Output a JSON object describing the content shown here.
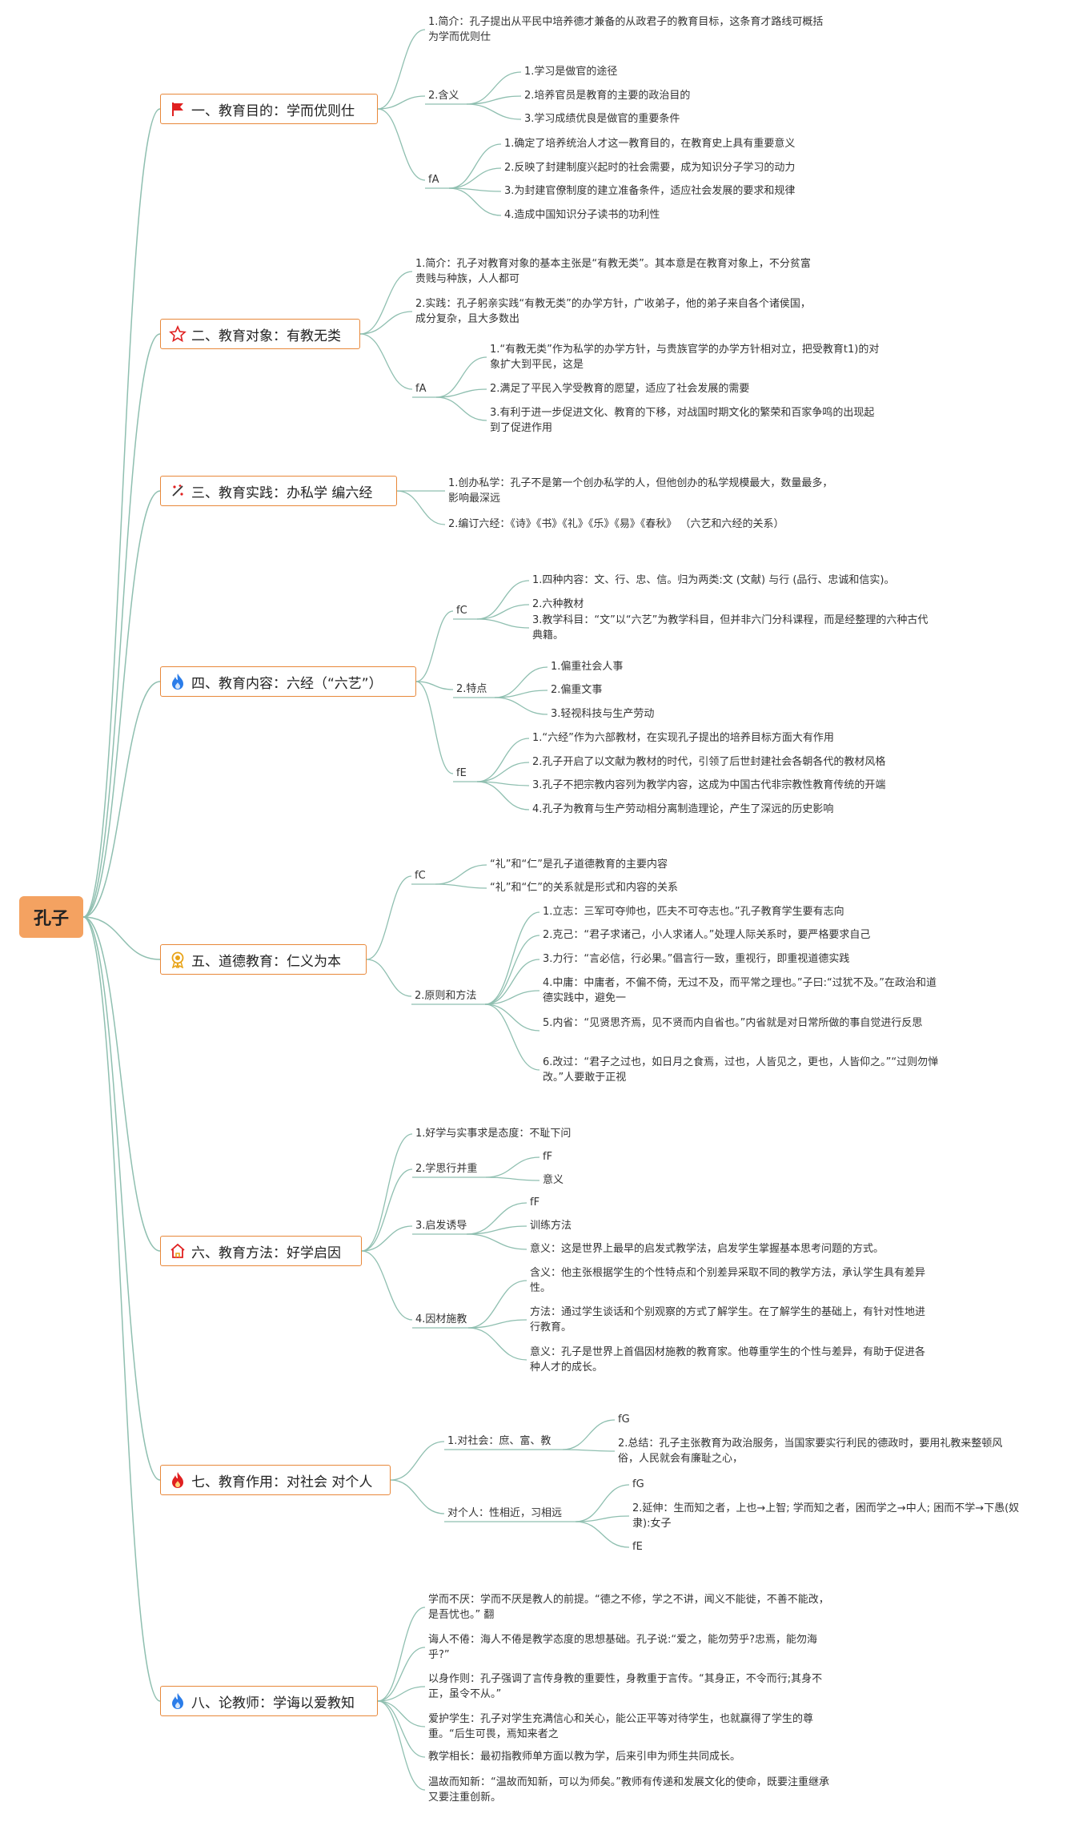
{
  "root": "孔子",
  "branches": [
    {
      "label": "一、教育目的：学而优则仕",
      "icon": "flag-icon",
      "color": "#e02020",
      "children": [
        {
          "label": "1.简介：孔子提出从平民中培养德才兼备的从政君子的教育目标，这条育才路线可概括为学而优则仕"
        },
        {
          "label": "2.含义",
          "children": [
            {
              "label": "1.学习是做官的途径"
            },
            {
              "label": "2.培养官员是教育的主要的政治目的"
            },
            {
              "label": "3.学习成绩优良是做官的重要条件"
            }
          ]
        },
        {
          "label": "fA",
          "children": [
            {
              "label": "1.确定了培养统治人才这一教育目的，在教育史上具有重要意义"
            },
            {
              "label": "2.反映了封建制度兴起时的社会需要，成为知识分子学习的动力"
            },
            {
              "label": "3.为封建官僚制度的建立准备条件，适应社会发展的要求和规律"
            },
            {
              "label": "4.造成中国知识分子读书的功利性"
            }
          ]
        }
      ]
    },
    {
      "label": "二、教育对象：有教无类",
      "icon": "star-icon",
      "color": "#e02020",
      "children": [
        {
          "label": "1.简介：孔子对教育对象的基本主张是“有教无类”。其本意是在教育对象上，不分贫富贵贱与种族，人人都可"
        },
        {
          "label": "2.实践：孔子躬亲实践“有教无类”的办学方针，广收弟子，他的弟子来自各个诸侯国，成分复杂，且大多数出"
        },
        {
          "label": "fA",
          "children": [
            {
              "label": "1.“有教无类”作为私学的办学方针，与贵族官学的办学方针相对立，把受教育t1)的对象扩大到平民，这是"
            },
            {
              "label": "2.满足了平民入学受教育的愿望，适应了社会发展的需要"
            },
            {
              "label": "3.有利于进一步促进文化、教育的下移，对战国时期文化的繁荣和百家争鸣的出现起到了促进作用"
            }
          ]
        }
      ]
    },
    {
      "label": "三、教育实践：办私学 编六经",
      "icon": "sparkle-icon",
      "color": "#e02020",
      "children": [
        {
          "label": "1.创办私学：孔子不是第一个创办私学的人，但他创办的私学规模最大，数量最多，影响最深远"
        },
        {
          "label": "2.编订六经：《诗》《书》《礼》《乐》《易》《春秋》 （六艺和六经的关系）"
        }
      ]
    },
    {
      "label": "四、教育内容：六经（“六艺”）",
      "icon": "flame-blue-icon",
      "color": "#2b7de9",
      "children": [
        {
          "label": "fC",
          "children": [
            {
              "label": "1.四种内容：文、行、忠、信。归为两类:文 (文献) 与行 (品行、忠诚和信实)。"
            },
            {
              "label": "2.六种教材"
            },
            {
              "label": "3.教学科目：“文”以“六艺”为教学科目，但并非六门分科课程，而是经整理的六种古代典籍。"
            }
          ]
        },
        {
          "label": "2.特点",
          "children": [
            {
              "label": "1.偏重社会人事"
            },
            {
              "label": "2.偏重文事"
            },
            {
              "label": "3.轻视科技与生产劳动"
            }
          ]
        },
        {
          "label": "fE",
          "children": [
            {
              "label": "1.“六经”作为六部教材，在实现孔子提出的培养目标方面大有作用"
            },
            {
              "label": "2.孔子开启了以文献为教材的时代，引领了后世封建社会各朝各代的教材风格"
            },
            {
              "label": "3.孔子不把宗教内容列为教学内容，这成为中国古代非宗教性教育传统的开端"
            },
            {
              "label": "4.孔子为教育与生产劳动相分离制造理论，产生了深远的历史影响"
            }
          ]
        }
      ]
    },
    {
      "label": "五、道德教育：仁义为本",
      "icon": "medal-icon",
      "color": "#e8a317",
      "children": [
        {
          "label": "fC",
          "children": [
            {
              "label": "“礼”和“仁”是孔子道德教育的主要内容"
            },
            {
              "label": "“礼”和“仁”的关系就是形式和内容的关系"
            }
          ]
        },
        {
          "label": "2.原则和方法",
          "children": [
            {
              "label": "1.立志：三军可夺帅也，匹夫不可夺志也。”孔子教育学生要有志向"
            },
            {
              "label": "2.克己：“君子求诸己，小人求诸人。”处理人际关系时，要严格要求自己"
            },
            {
              "label": "3.力行：“言必信，行必果。”倡言行一致，重视行，即重视道德实践"
            },
            {
              "label": "4.中庸：中庸者，不偏不倚，无过不及，而平常之理也。”子曰:“过犹不及。”在政治和道德实践中，避免一"
            },
            {
              "label": "5.内省：“见贤思齐焉，见不贤而内自省也。”内省就是对日常所做的事自觉进行反思"
            },
            {
              "label": "6.改过：“君子之过也，如日月之食焉，过也，人皆见之，更也，人皆仰之。”“过则勿惮改。”人要敢于正视"
            }
          ]
        }
      ]
    },
    {
      "label": "六、教育方法：好学启因",
      "icon": "home-icon",
      "color": "#e02020",
      "children": [
        {
          "label": "1.好学与实事求是态度：不耻下问"
        },
        {
          "label": "2.学思行并重",
          "children": [
            {
              "label": "fF"
            },
            {
              "label": "意义"
            }
          ]
        },
        {
          "label": "3.启发诱导",
          "children": [
            {
              "label": "fF"
            },
            {
              "label": "训练方法"
            },
            {
              "label": "意义：这是世界上最早的启发式教学法，启发学生掌握基本思考问题的方式。"
            }
          ]
        },
        {
          "label": "4.因材施教",
          "children": [
            {
              "label": "含义：他主张根据学生的个性特点和个别差异采取不同的教学方法，承认学生具有差异性。"
            },
            {
              "label": "方法：通过学生谈话和个别观察的方式了解学生。在了解学生的基础上，有针对性地进行教育。"
            },
            {
              "label": "意义：孔子是世界上首倡因材施教的教育家。他尊重学生的个性与差异，有助于促进各种人才的成长。"
            }
          ]
        }
      ]
    },
    {
      "label": "七、教育作用：对社会 对个人",
      "icon": "flame-red-icon",
      "color": "#e02020",
      "children": [
        {
          "label": "1.对社会：庶、富、教",
          "children": [
            {
              "label": "fG"
            },
            {
              "label": "2.总结：孔子主张教育为政治服务，当国家要实行利民的德政时，要用礼教来整顿风俗，人民就会有廉耻之心，"
            }
          ]
        },
        {
          "label": "对个人：性相近，习相远",
          "children": [
            {
              "label": "fG"
            },
            {
              "label": "2.延伸：生而知之者，上也→上智; 学而知之者，困而学之→中人; 困而不学→下愚(奴隶):女子"
            },
            {
              "label": "fE"
            }
          ]
        }
      ]
    },
    {
      "label": "八、论教师：学诲以爱教知",
      "icon": "flame-blue-icon",
      "color": "#2b7de9",
      "children": [
        {
          "label": "学而不厌：学而不厌是教人的前提。“德之不修，学之不讲，闻义不能徙，不善不能改，是吾忧也。” 翻"
        },
        {
          "label": "诲人不倦：海人不倦是教学态度的思想基础。孔子说:“爱之，能勿劳乎?忠焉，能勿海乎?”"
        },
        {
          "label": "以身作则：孔子强调了言传身教的重要性，身教重于言传。“其身正，不令而行;其身不正，虽令不从。”"
        },
        {
          "label": "爱护学生：孔子对学生充满信心和关心，能公正平等对待学生，也就赢得了学生的尊重。“后生可畏，焉知来者之"
        },
        {
          "label": "教学相长：最初指教师单方面以教为学，后来引申为师生共同成长。"
        },
        {
          "label": "温故而知新：“温故而知新，可以为师矣。”教师有传递和发展文化的使命，既要注重继承又要注重创新。"
        }
      ]
    }
  ]
}
